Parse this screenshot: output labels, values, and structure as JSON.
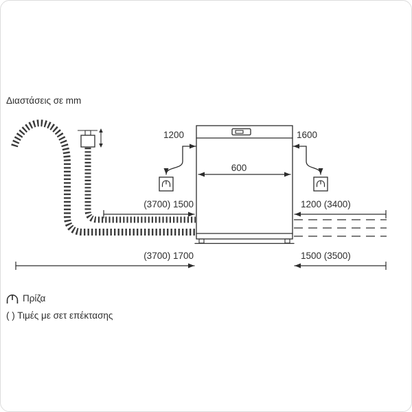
{
  "title": "Διαστάσεις σε mm",
  "dims": {
    "top_left": "1200",
    "top_right": "1600",
    "machine_width": "600",
    "mid_left": "(3700) 1500",
    "mid_right": "1200 (3400)",
    "bottom_left": "(3700) 1700",
    "bottom_right": "1500 (3500)"
  },
  "legend": {
    "socket_label": "Πρίζα",
    "note": "( ) Τιμές με σετ επέκτασης"
  },
  "icons": {
    "socket": "power-socket-icon",
    "plug": "plug-icon",
    "tap": "water-tap-icon"
  },
  "colors": {
    "line": "#2d2d2d",
    "hose": "#3a3a3a",
    "frame": "#dcdcdc",
    "bg": "#ffffff"
  }
}
